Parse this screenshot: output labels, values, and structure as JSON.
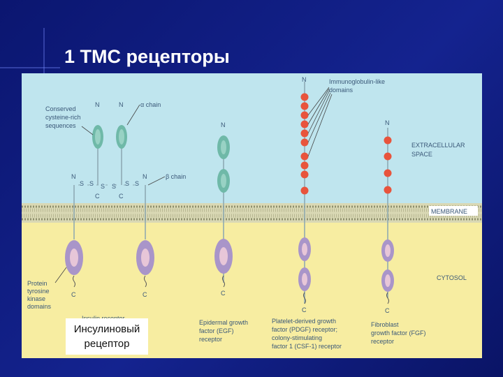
{
  "slide": {
    "title": "1 ТМС рецепторы",
    "caption_line1": "Инсулиновый",
    "caption_line2": "рецептор"
  },
  "figure": {
    "colors": {
      "extracellular": "#bfe5ee",
      "cytosol": "#f7eda1",
      "membrane": "#cfcfa8",
      "teal_domain": "#6fb9a8",
      "purple_domain": "#a995c9",
      "purple_core": "#e7c6d8",
      "red_domain": "#e8543c",
      "label_text": "#3a5878"
    },
    "labels": {
      "conserved": [
        "Conserved",
        "cysteine-rich",
        "sequences"
      ],
      "alpha_chain": "α chain",
      "beta_chain": "β chain",
      "n": "N",
      "c": "C",
      "s": "S",
      "immunoglobulin": [
        "Immunoglobulin-like",
        "domains"
      ],
      "extracellular": [
        "EXTRACELLULAR",
        "SPACE"
      ],
      "membrane": "MEMBRANE",
      "cytosol": "CYTOSOL",
      "kinase": [
        "Protein",
        "tyrosine",
        "kinase",
        "domains"
      ],
      "insulin": [
        "Insulin receptor"
      ],
      "egf": [
        "Epidermal growth",
        "factor (EGF)",
        "receptor"
      ],
      "pdgf": [
        "Platelet-derived growth",
        "factor (PDGF) receptor;",
        "colony-stimulating",
        "factor 1 (CSF-1) receptor"
      ],
      "fgf": [
        "Fibroblast",
        "growth factor (FGF)",
        "receptor"
      ]
    }
  }
}
